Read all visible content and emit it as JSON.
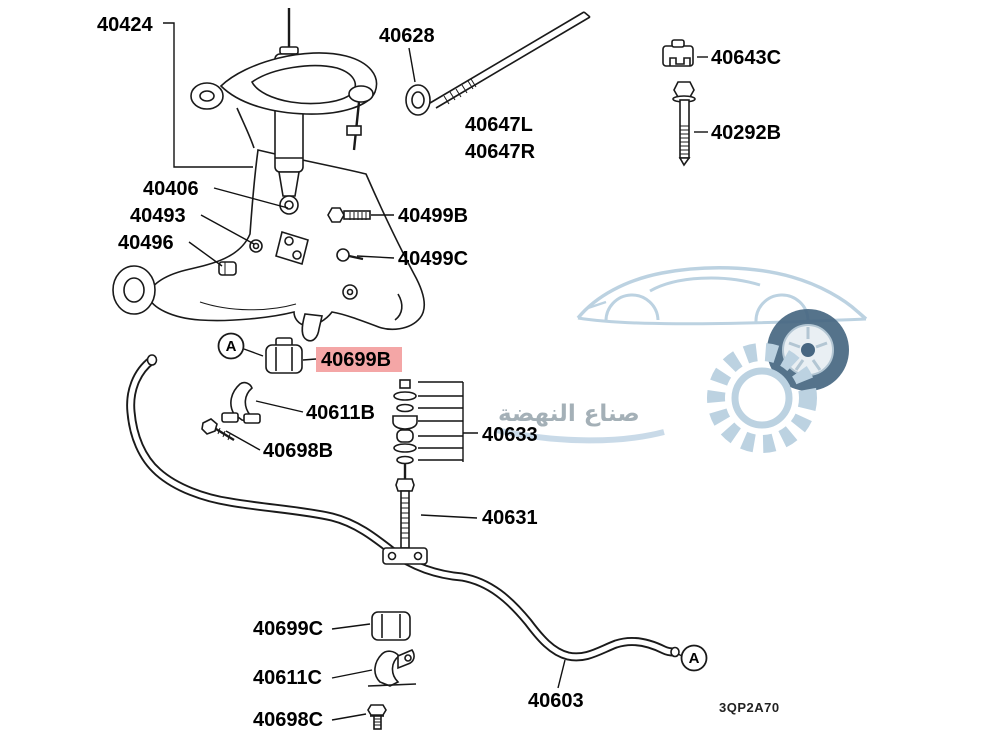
{
  "diagram": {
    "code": "3QP2A70",
    "watermark_text": "صناع النهضة",
    "highlight_color": "#f4a6a6",
    "callout": "A",
    "labels": {
      "40424": "40424",
      "40628": "40628",
      "40647L": "40647L",
      "40647R": "40647R",
      "40643C": "40643C",
      "40292B": "40292B",
      "40406": "40406",
      "40493": "40493",
      "40496": "40496",
      "40499B": "40499B",
      "40499C": "40499C",
      "40699B": "40699B",
      "40611B": "40611B",
      "40698B": "40698B",
      "40633": "40633",
      "40631": "40631",
      "40699C": "40699C",
      "40611C": "40611C",
      "40698C": "40698C",
      "40603": "40603"
    }
  }
}
